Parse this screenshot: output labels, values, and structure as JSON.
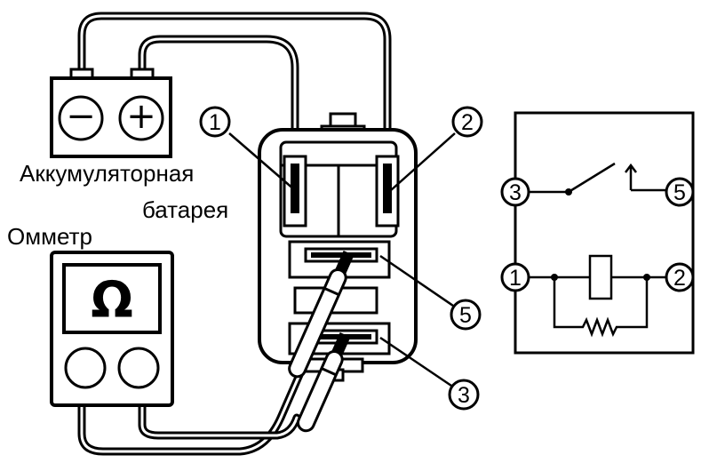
{
  "labels": {
    "battery_line1": "Аккумуляторная",
    "battery_line2": "батарея",
    "ohmmeter": "Омметр"
  },
  "battery": {
    "negative_symbol": "−",
    "positive_symbol": "+"
  },
  "ohmmeter_display": {
    "symbol": "Ω"
  },
  "relay_callouts": [
    "1",
    "2",
    "5",
    "3"
  ],
  "schematic": {
    "terminals": [
      "3",
      "5",
      "1",
      "2"
    ]
  }
}
